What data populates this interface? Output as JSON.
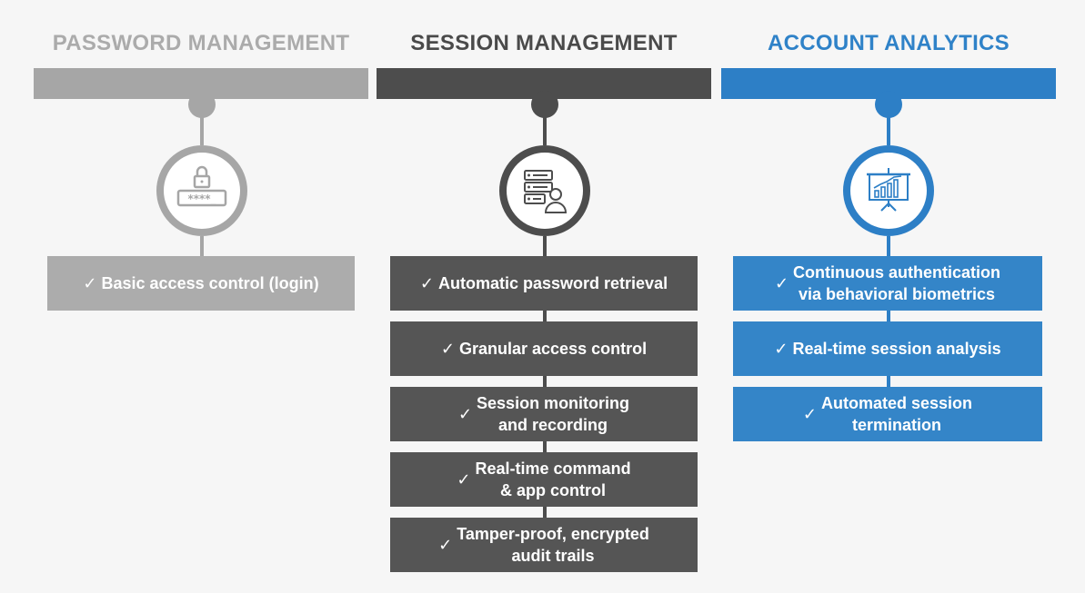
{
  "colors": {
    "password": "#a6a6a6",
    "session": "#4d4d4d",
    "analytics": "#2d7fc6",
    "background": "#f6f6f6"
  },
  "columns": [
    {
      "title": "PASSWORD MANAGEMENT",
      "icon": "lock-password-icon",
      "items": [
        {
          "check": "✓",
          "text": "Basic access control (login)"
        }
      ]
    },
    {
      "title": "SESSION MANAGEMENT",
      "icon": "server-user-icon",
      "items": [
        {
          "check": "✓",
          "text": "Automatic password retrieval"
        },
        {
          "check": "✓",
          "text": "Granular access control"
        },
        {
          "check": "✓",
          "text": "Session monitoring\nand recording"
        },
        {
          "check": "✓",
          "text": "Real-time command\n& app control"
        },
        {
          "check": "✓",
          "text": "Tamper-proof, encrypted\naudit trails"
        }
      ]
    },
    {
      "title": "ACCOUNT ANALYTICS",
      "icon": "analytics-board-icon",
      "items": [
        {
          "check": "✓",
          "text": "Continuous authentication\nvia behavioral biometrics"
        },
        {
          "check": "✓",
          "text": "Real-time session analysis"
        },
        {
          "check": "✓",
          "text": "Automated session\ntermination"
        }
      ]
    }
  ]
}
